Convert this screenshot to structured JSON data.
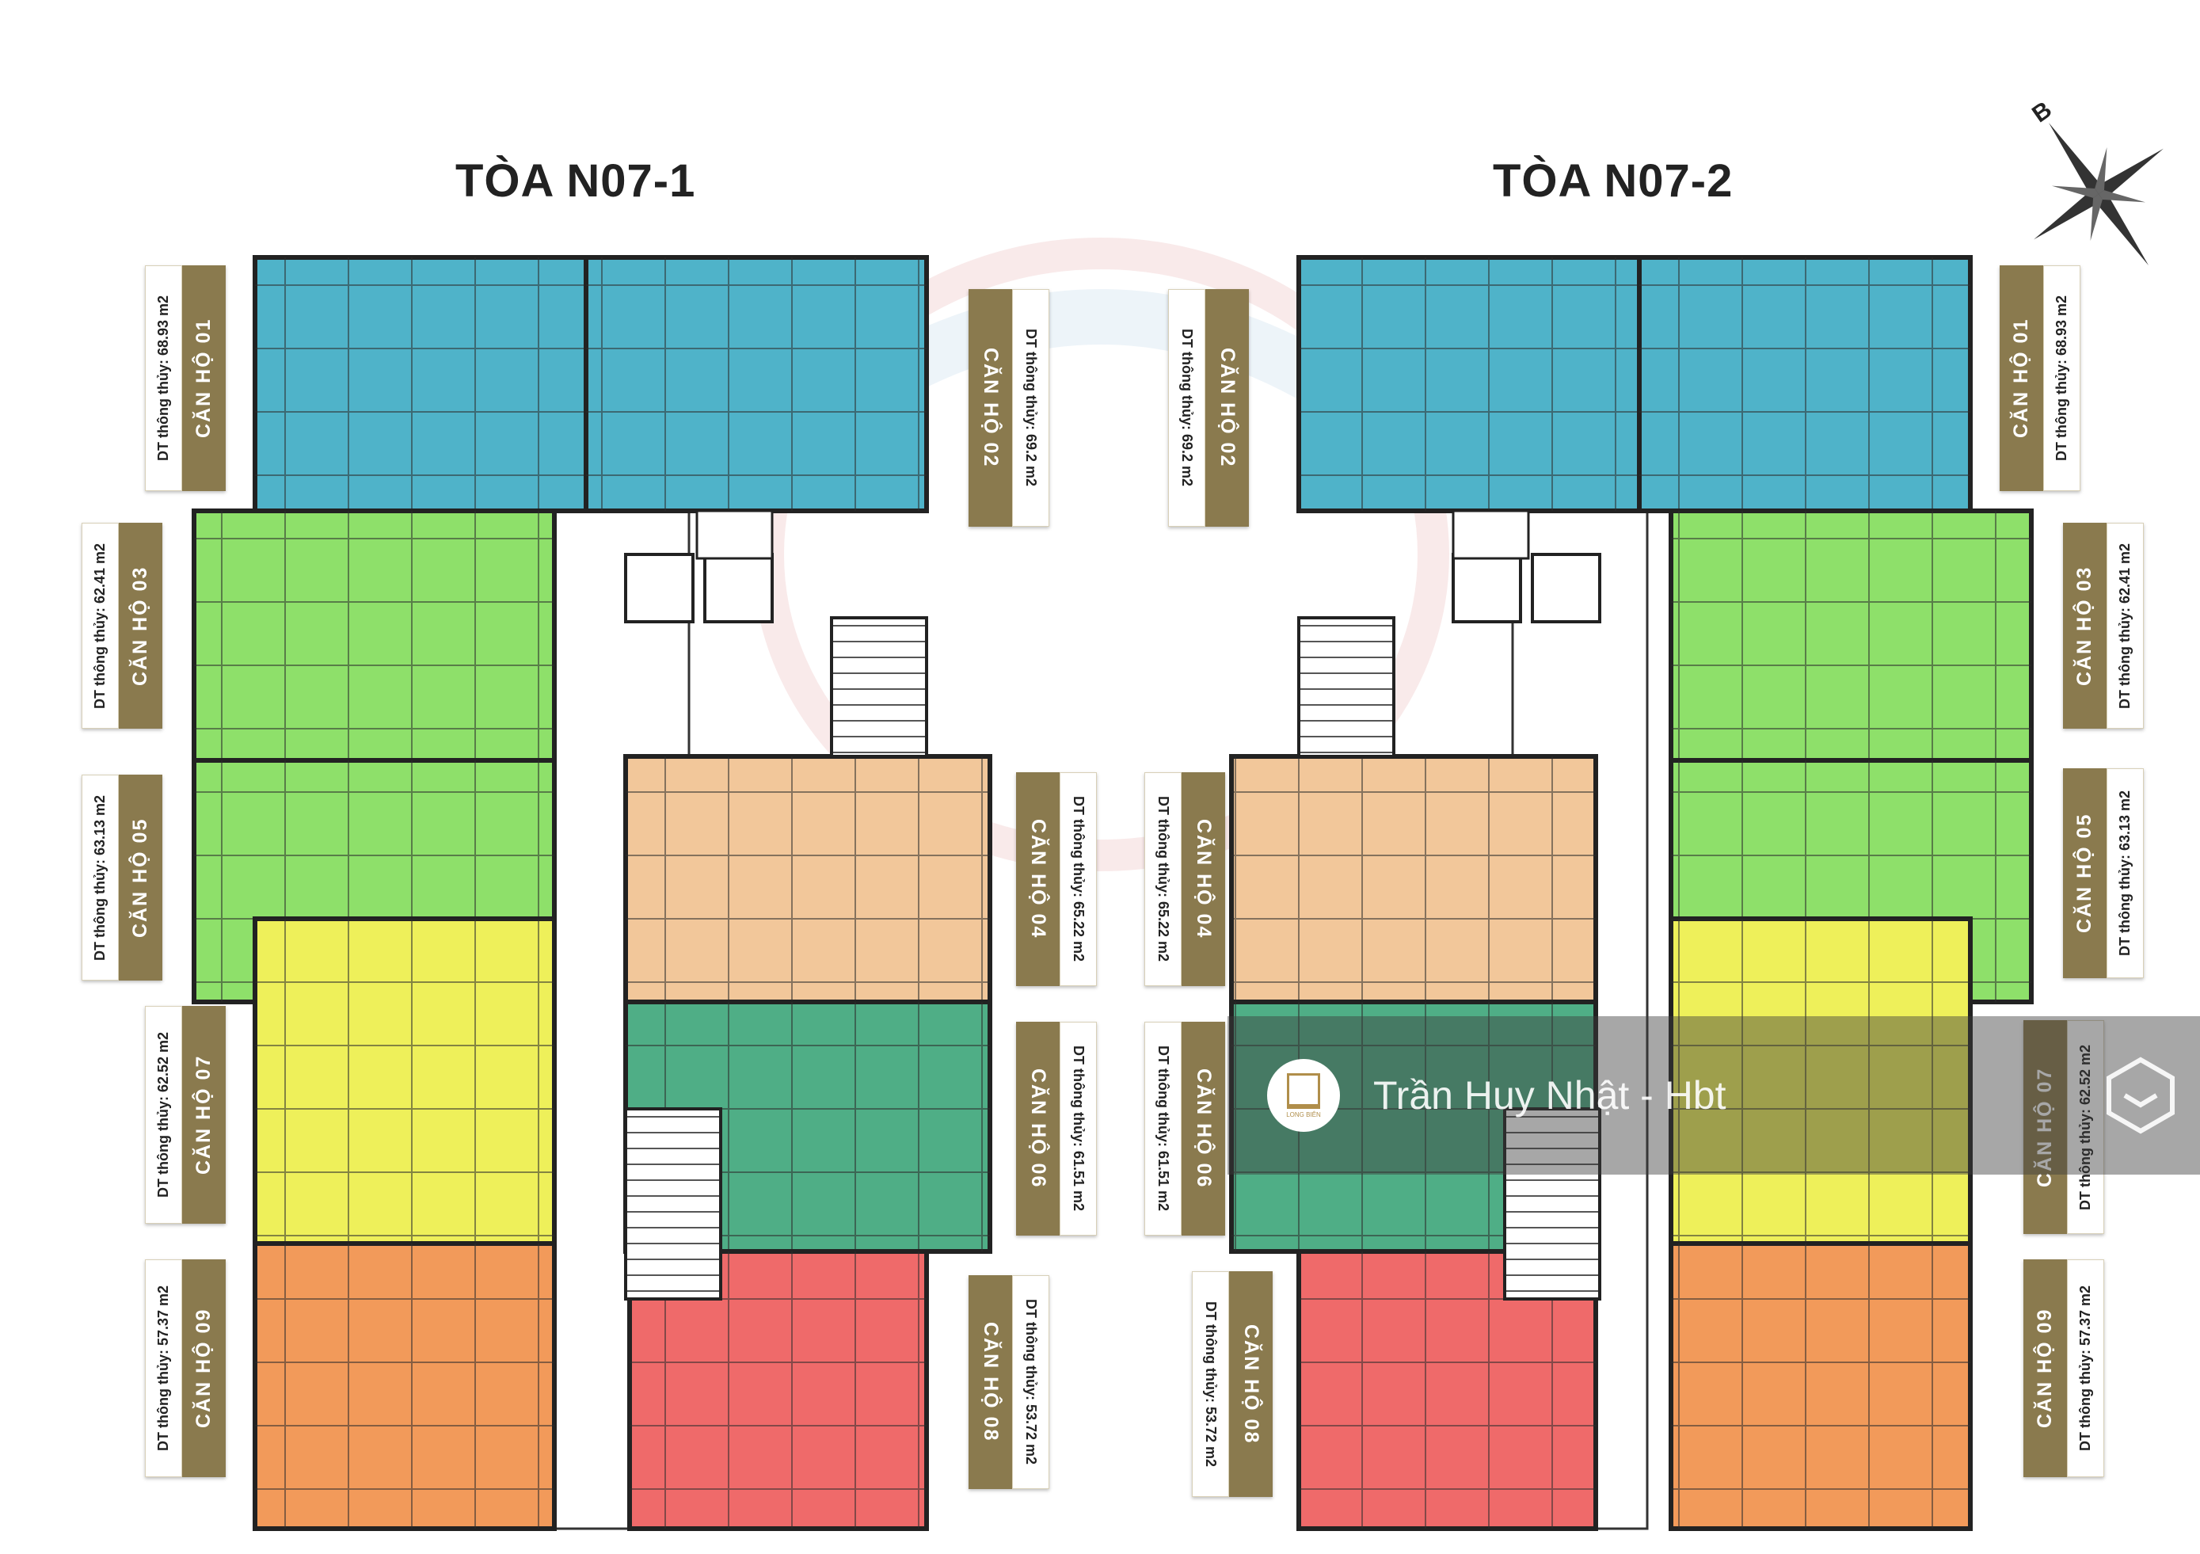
{
  "titles": {
    "left": "TÒA N07-1",
    "right": "TÒA N07-2"
  },
  "compass": {
    "label": "B"
  },
  "units_left": [
    {
      "name": "CĂN HỘ 01",
      "area": "DT thông thủy: 68.93 m2"
    },
    {
      "name": "CĂN HỘ 02",
      "area": "DT thông thủy: 69.2 m2"
    },
    {
      "name": "CĂN HỘ 03",
      "area": "DT thông thủy: 62.41 m2"
    },
    {
      "name": "CĂN HỘ 05",
      "area": "DT thông thủy: 63.13 m2"
    },
    {
      "name": "CĂN HỘ 04",
      "area": "DT thông thủy: 65.22 m2"
    },
    {
      "name": "CĂN HỘ 07",
      "area": "DT thông thủy: 62.52 m2"
    },
    {
      "name": "CĂN HỘ 06",
      "area": "DT thông thủy: 61.51 m2"
    },
    {
      "name": "CĂN HỘ 09",
      "area": "DT thông thủy: 57.37 m2"
    },
    {
      "name": "CĂN HỘ 08",
      "area": "DT thông thủy: 53.72 m2"
    }
  ],
  "units_right": [
    {
      "name": "CĂN HỘ 02",
      "area": "DT thông thủy: 69.2 m2"
    },
    {
      "name": "CĂN HỘ 01",
      "area": "DT thông thủy: 68.93 m2"
    },
    {
      "name": "CĂN HỘ 03",
      "area": "DT thông thủy: 62.41 m2"
    },
    {
      "name": "CĂN HỘ 04",
      "area": "DT thông thủy: 65.22 m2"
    },
    {
      "name": "CĂN HỘ 05",
      "area": "DT thông thủy: 63.13 m2"
    },
    {
      "name": "CĂN HỘ 06",
      "area": "DT thông thủy: 61.51 m2"
    },
    {
      "name": "CĂN HỘ 07",
      "area": "DT thông thủy: 62.52 m2"
    },
    {
      "name": "CĂN HỘ 08",
      "area": "DT thông thủy: 53.72 m2"
    },
    {
      "name": "CĂN HỘ 09",
      "area": "DT thông thủy: 57.37 m2"
    }
  ],
  "watermark": {
    "text": "Trần Huy Nhật - Hbt",
    "logo_label": "LONG BIÊN"
  },
  "colors": {
    "unit_01_02": "#4fb3c9",
    "unit_03_05": "#8ee06a",
    "unit_04": "#f2c79a",
    "unit_06": "#4fae86",
    "unit_07": "#eef05a",
    "unit_08": "#ef6a6a",
    "unit_09": "#f29a5a",
    "label_bar": "#8a7a4e"
  }
}
